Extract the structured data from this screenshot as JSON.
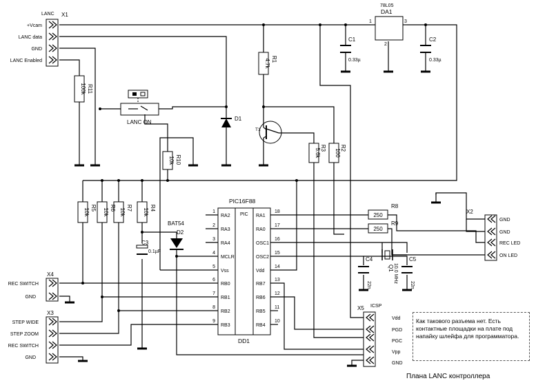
{
  "connectors": {
    "x1": {
      "ref": "X1",
      "title": "LANC",
      "pins": [
        "+Vcam",
        "LANC data",
        "GND",
        "LANC Enabled"
      ]
    },
    "x2": {
      "ref": "X2",
      "pins": [
        "GND",
        "GND",
        "REC LED",
        "ON LED"
      ]
    },
    "x3": {
      "ref": "X3",
      "pins": [
        "STEP WIDE",
        "STEP ZOOM",
        "REC SWITCH",
        "GND"
      ]
    },
    "x4": {
      "ref": "X4",
      "pins": [
        "REC SWITCH",
        "GND"
      ]
    },
    "x5": {
      "ref": "X5",
      "title": "ICSP",
      "pins": [
        "Vdd",
        "PGD",
        "PGC",
        "Vpp",
        "GND"
      ]
    }
  },
  "regulator": {
    "ref": "DA1",
    "part": "78L05",
    "pin1": "1",
    "pin2": "2",
    "pin3": "3"
  },
  "caps": {
    "c1": {
      "ref": "C1",
      "value": "0.33µ"
    },
    "c2": {
      "ref": "C2",
      "value": "0.33µ"
    },
    "c3": {
      "ref": "C3",
      "value": "0.1µF"
    },
    "c4": {
      "ref": "C4",
      "value": "22n"
    },
    "c5": {
      "ref": "C5",
      "value": "22n"
    }
  },
  "resistors": {
    "r1": {
      "ref": "R1",
      "value": "4.7k"
    },
    "r2": {
      "ref": "R2",
      "value": "100"
    },
    "r3": {
      "ref": "R3",
      "value": "5.6k"
    },
    "r4": {
      "ref": "R4",
      "value": "10k"
    },
    "r5": {
      "ref": "R5",
      "value": "10k"
    },
    "r6": {
      "ref": "R6",
      "value": "10k"
    },
    "r7": {
      "ref": "R7",
      "value": "10k"
    },
    "r8": {
      "ref": "R8",
      "value": "250"
    },
    "r9": {
      "ref": "R9",
      "value": "250"
    },
    "r10": {
      "ref": "R10",
      "value": "10k"
    },
    "r11": {
      "ref": "R11",
      "value": "100k"
    }
  },
  "diodes": {
    "d1": {
      "ref": "D1"
    },
    "d2": {
      "ref": "D2",
      "part": "BAT54"
    }
  },
  "transistor": {
    "ref": "T1"
  },
  "crystal": {
    "ref": "Q1",
    "value": "10.0 MHz"
  },
  "switch": {
    "label": "LANC ON"
  },
  "mcu": {
    "ref": "DD1",
    "part": "PIC16F88",
    "center": "PIC",
    "left": [
      {
        "num": "1",
        "name": "RA2"
      },
      {
        "num": "2",
        "name": "RA3"
      },
      {
        "num": "3",
        "name": "RA4"
      },
      {
        "num": "4",
        "name": "MCLR"
      },
      {
        "num": "5",
        "name": "Vss"
      },
      {
        "num": "6",
        "name": "RB0"
      },
      {
        "num": "7",
        "name": "RB1"
      },
      {
        "num": "8",
        "name": "RB2"
      },
      {
        "num": "9",
        "name": "RB3"
      }
    ],
    "right": [
      {
        "num": "18",
        "name": "RA1"
      },
      {
        "num": "17",
        "name": "RA0"
      },
      {
        "num": "16",
        "name": "OSC1"
      },
      {
        "num": "15",
        "name": "OSC2"
      },
      {
        "num": "14",
        "name": "Vdd"
      },
      {
        "num": "13",
        "name": "RB7"
      },
      {
        "num": "12",
        "name": "RB6"
      },
      {
        "num": "11",
        "name": "RB5"
      },
      {
        "num": "10",
        "name": "RB4"
      }
    ]
  },
  "note": "Как такового разъема нет. Есть контактные площадки на плате под напайку шлейфа для программатора.",
  "caption": "Плана LANC контроллера"
}
